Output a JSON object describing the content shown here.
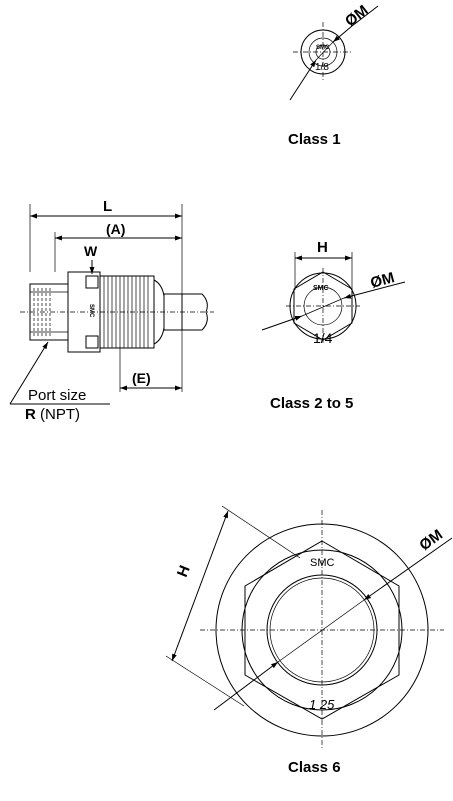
{
  "class1": {
    "label": "Class 1",
    "dim_m": "ØM",
    "mark": "SMC",
    "size": "1/8"
  },
  "class2to5": {
    "label": "Class 2 to 5",
    "dim_l": "L",
    "dim_a": "(A)",
    "dim_w": "W",
    "dim_e": "(E)",
    "dim_h": "H",
    "dim_m": "ØM",
    "mark": "SMC",
    "side_mark": "SMC",
    "size": "1/4",
    "port_size_label": "Port size",
    "thread_r": "R",
    "thread_npt": "(NPT)"
  },
  "class6": {
    "label": "Class 6",
    "dim_h": "H",
    "dim_m": "ØM",
    "mark": "SMC",
    "size": "1 25"
  }
}
